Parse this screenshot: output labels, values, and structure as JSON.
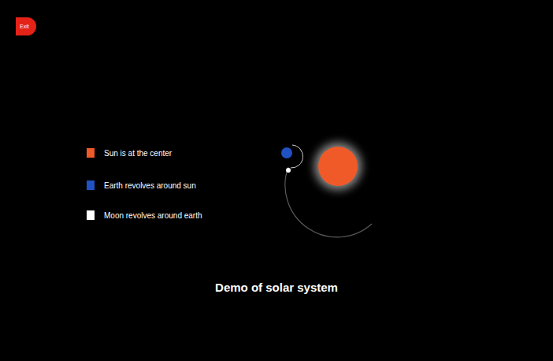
{
  "diagram": {
    "caption": "Demo of solar system",
    "nodes": [
      {
        "text": [
          "Exit"
        ]
      }
    ],
    "legend": [
      {
        "text": "Sun is at the center",
        "color": "#f05a28"
      },
      {
        "text": "Earth revolves around sun",
        "color": "#2152c4"
      },
      {
        "text": "Moon revolves around earth",
        "color": "#ffffff"
      }
    ]
  }
}
